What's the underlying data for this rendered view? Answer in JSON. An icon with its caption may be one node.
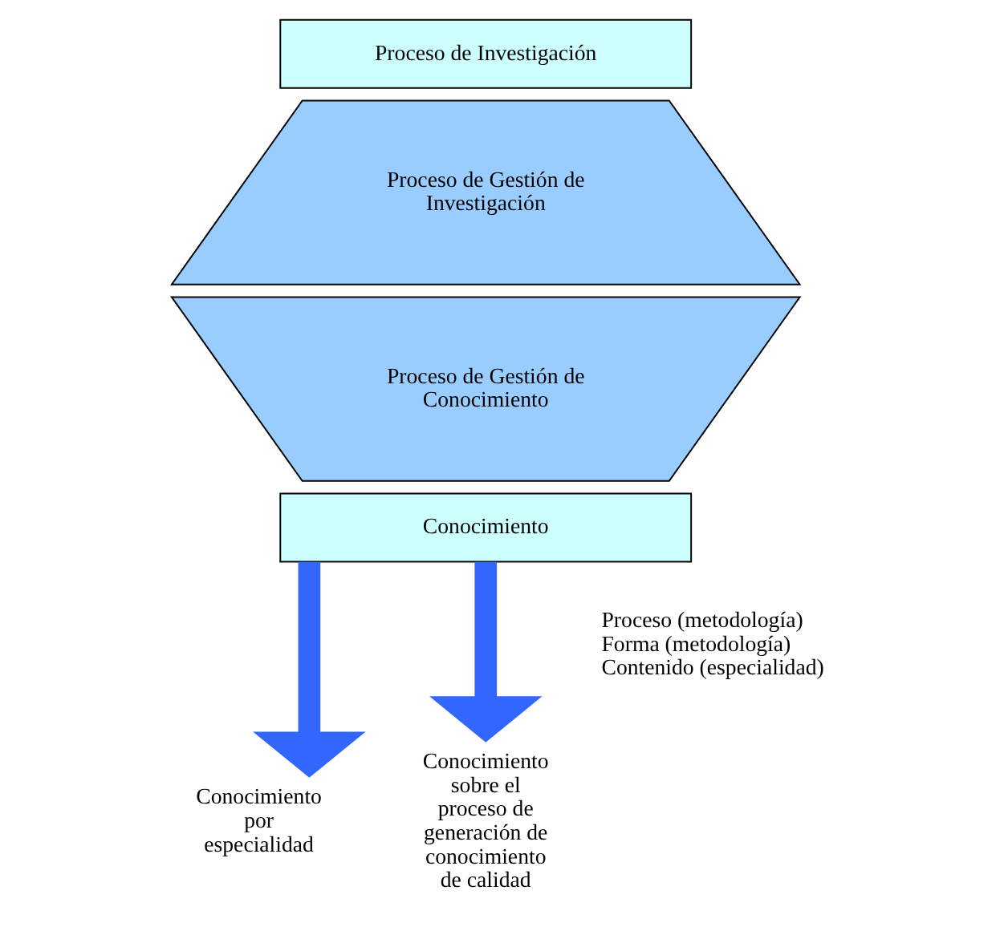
{
  "diagram": {
    "nodes": [
      {
        "text": [
          "Proceso de Investigación"
        ]
      },
      {
        "text": [
          "Proceso de Gestión de Investigación"
        ]
      },
      {
        "text": [
          "Proceso de Gestión de Conocimiento"
        ]
      },
      {
        "text": [
          "Conocimiento"
        ]
      },
      {
        "text": [
          "Conocimiento por especialidad"
        ]
      },
      {
        "text": [
          "Conocimiento sobre el proceso de generación de conocimiento de calidad"
        ]
      }
    ],
    "edges": [
      {
        "from": 3,
        "to": 4,
        "arrow": "to"
      },
      {
        "from": 3,
        "to": 5,
        "arrow": "to"
      }
    ],
    "labels": [
      "Proceso (metodología)",
      "Forma (metodología)",
      "Contenido (especialidad)"
    ]
  }
}
